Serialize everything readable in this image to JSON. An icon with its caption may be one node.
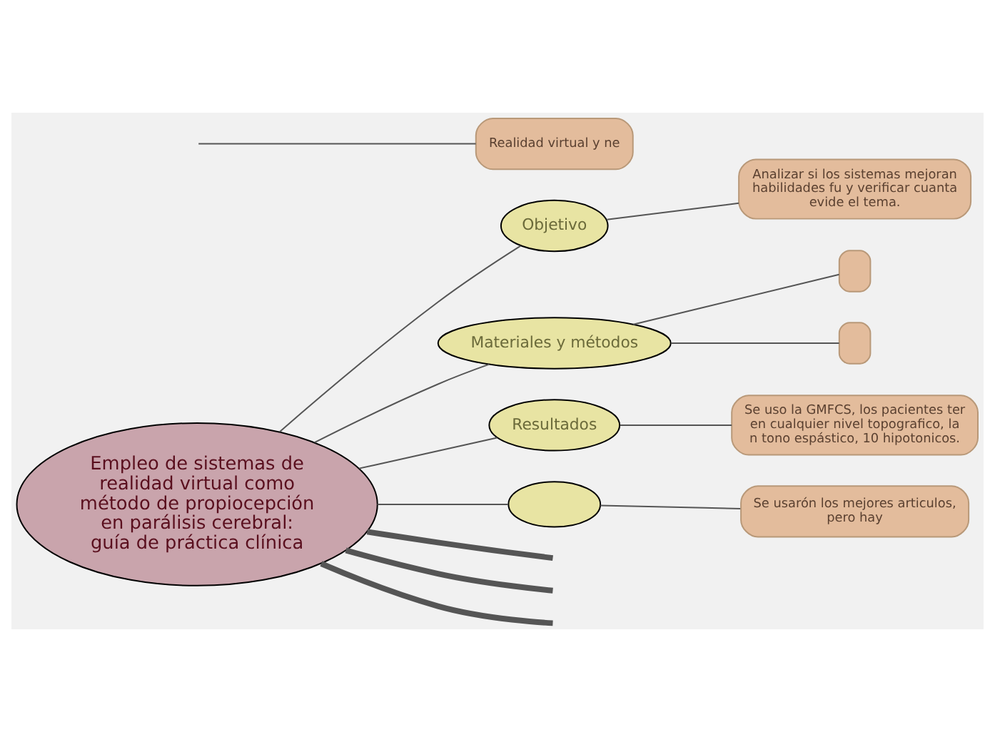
{
  "diagram": {
    "nodes": [
      {
        "text": [
          "Empleo de sistemas de realidad virtual como método de propiocepción en parálisis cerebral: guía de práctica clínica"
        ]
      },
      {
        "text": [
          "Objetivo"
        ]
      },
      {
        "text": [
          "Analizar si los sistemas mejoran habilidades fu y verificar cuanta evide el tema."
        ]
      },
      {
        "text": [
          "Materiales y métodos"
        ]
      },
      {
        "text": [],
        "shape": "box"
      },
      {
        "text": [],
        "shape": "box"
      },
      {
        "text": [
          "Resultados"
        ]
      },
      {
        "text": [
          "Se uso la GMFCS, los pacientes ter en cualquier nivel topografico, la n tono espástico, 10 hipotonicos."
        ]
      },
      {
        "text": [],
        "shape": "cloud"
      },
      {
        "text": [
          "Se usarón los mejores articulos, pero hay"
        ]
      },
      {
        "text": [
          "Realidad virtual y ne"
        ]
      }
    ],
    "edges": [
      {
        "from": null,
        "to": 10,
        "arrow": "none"
      },
      {
        "from": 0,
        "to": null,
        "arrow": "none",
        "style": "thick"
      },
      {
        "from": 0,
        "to": 1,
        "arrow": "none"
      },
      {
        "from": 1,
        "to": 2,
        "arrow": "none"
      },
      {
        "from": 0,
        "to": 3,
        "arrow": "none"
      },
      {
        "from": 3,
        "to": 4,
        "arrow": "none"
      },
      {
        "from": 3,
        "to": 5,
        "arrow": "none"
      },
      {
        "from": 0,
        "to": 6,
        "arrow": "none"
      },
      {
        "from": 6,
        "to": 7,
        "arrow": "none"
      },
      {
        "from": 0,
        "to": 8,
        "arrow": "none"
      },
      {
        "from": 8,
        "to": 9,
        "arrow": "none"
      },
      {
        "from": 0,
        "to": null,
        "arrow": "none",
        "style": "thick"
      },
      {
        "from": 0,
        "to": null,
        "arrow": "none",
        "style": "thick"
      }
    ]
  }
}
